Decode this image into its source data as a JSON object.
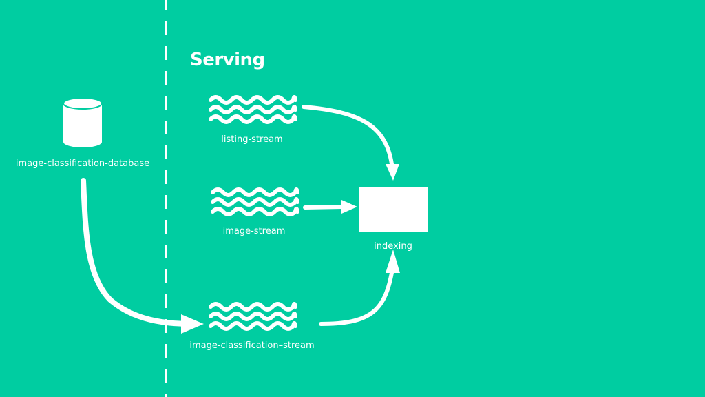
{
  "section": {
    "title": "Serving"
  },
  "nodes": {
    "database": {
      "label": "image-classification-database",
      "icon": "database-cylinder-icon"
    },
    "listing_stream": {
      "label": "listing-stream",
      "icon": "stream-waves-icon"
    },
    "image_stream": {
      "label": "image-stream",
      "icon": "stream-waves-icon"
    },
    "image_classification_stream": {
      "label": "image-classification–stream",
      "icon": "stream-waves-icon"
    },
    "indexing": {
      "label": "indexing",
      "icon": "process-box-icon"
    }
  },
  "edges": [
    {
      "from": "image-classification-database",
      "to": "image-classification–stream"
    },
    {
      "from": "listing-stream",
      "to": "indexing"
    },
    {
      "from": "image-stream",
      "to": "indexing"
    },
    {
      "from": "image-classification–stream",
      "to": "indexing"
    }
  ],
  "colors": {
    "background": "#00CDA1",
    "foreground": "#FFFFFF"
  }
}
